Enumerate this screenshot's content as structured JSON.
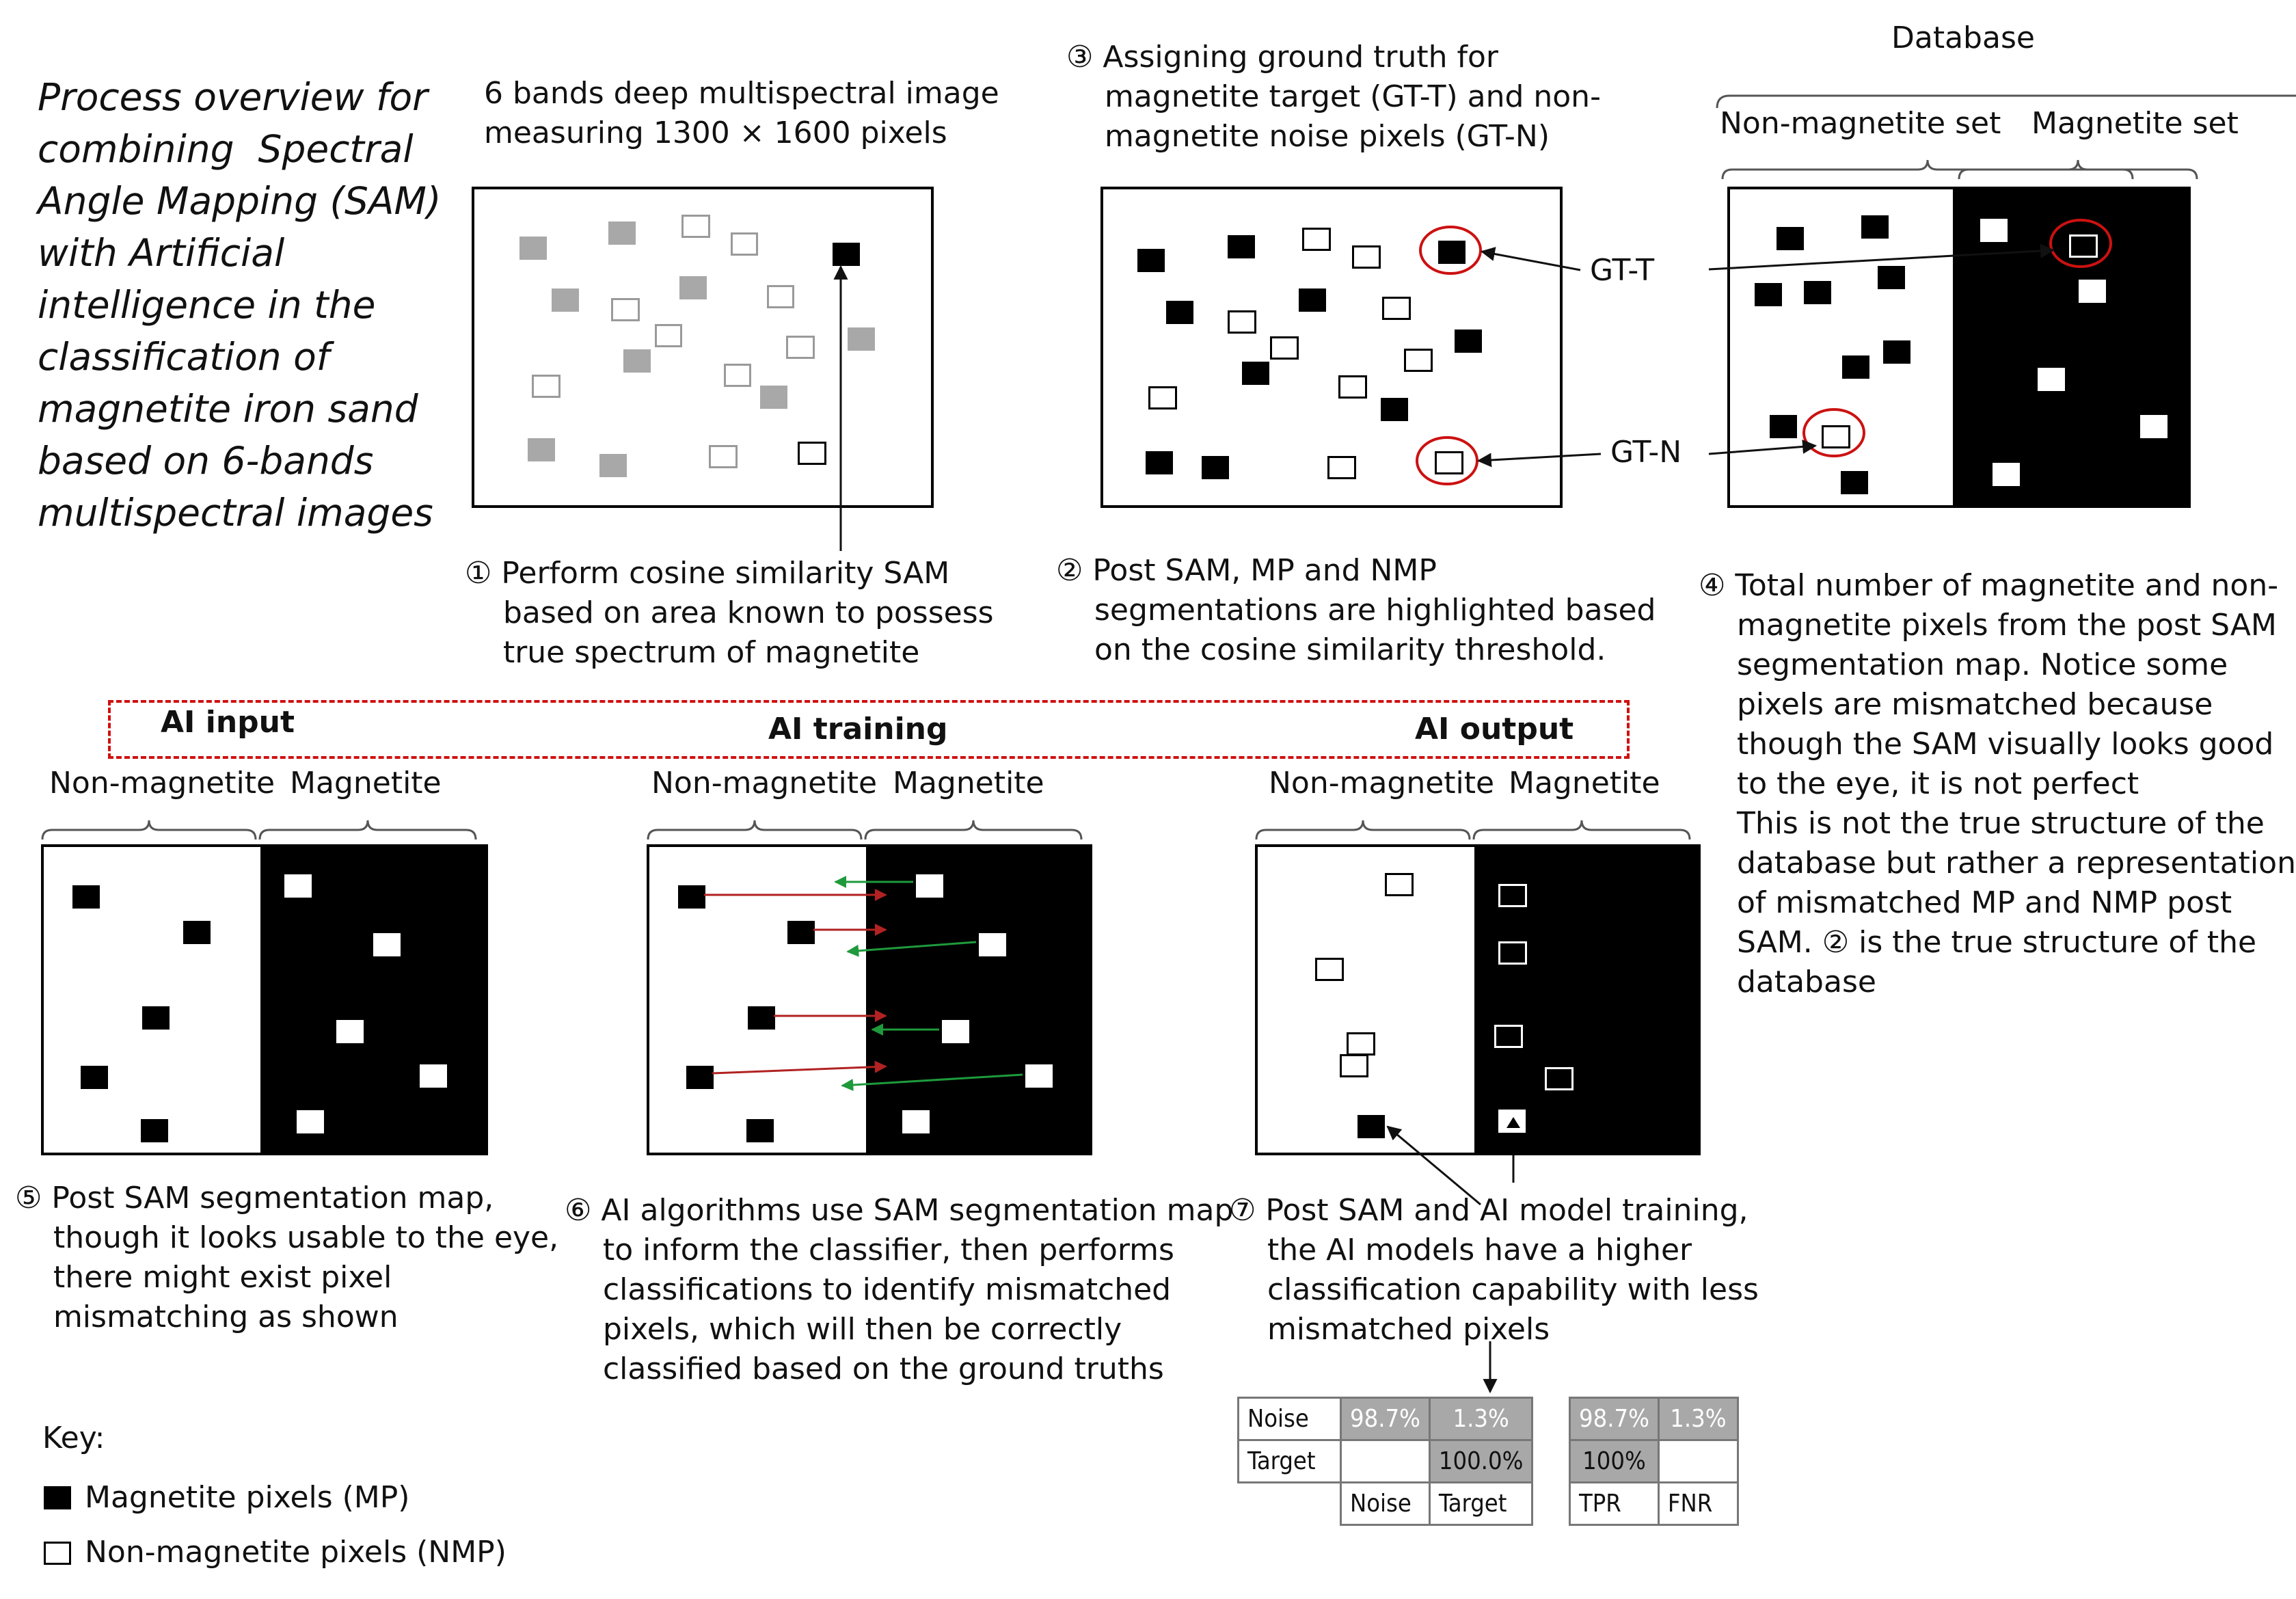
{
  "title": {
    "lines": [
      "Process overview for",
      "combining  Spectral",
      "Angle Mapping (SAM)",
      "with Artificial",
      "intelligence in the",
      "classification of",
      "magnetite iron sand",
      "based on 6-bands",
      "multispectral images"
    ]
  },
  "panel1": {
    "label": "6 bands deep multispectral image\nmeasuring 1300 × 1600 pixels",
    "caption": "① Perform cosine similarity SAM\n    based on area known to possess\n    true spectrum of magnetite"
  },
  "panel3": {
    "label": "③ Assigning ground truth for\n    magnetite target (GT-T) and non-\n    magnetite noise pixels (GT-N)",
    "caption": "② Post SAM, MP and NMP\n    segmentations are highlighted based\n    on the cosine similarity threshold.",
    "gt_t": "GT-T",
    "gt_n": "GT-N"
  },
  "database": {
    "title": "Database",
    "non_magnetite_set": "Non-magnetite set",
    "magnetite_set": "Magnetite set",
    "caption": "④ Total number of magnetite and non-\n    magnetite pixels from the post SAM\n    segmentation map. Notice some\n    pixels are mismatched because\n    though the SAM visually looks good\n    to the eye, it is not perfect\n    This is not the true structure of the\n    database but rather a representation\n    of mismatched MP and NMP post\n    SAM. ② is the true structure of the\n    database"
  },
  "ai_band": {
    "input": "AI input",
    "training": "AI training",
    "output": "AI output"
  },
  "panel5": {
    "non_magnetite": "Non-magnetite",
    "magnetite": "Magnetite",
    "caption": "⑤ Post SAM segmentation map,\n    though it looks usable to the eye,\n    there might exist pixel\n    mismatching as shown"
  },
  "panel6": {
    "non_magnetite": "Non-magnetite",
    "magnetite": "Magnetite",
    "caption": "⑥ AI algorithms use SAM segmentation map\n    to inform the classifier, then performs\n    classifications to identify mismatched\n    pixels, which will then be correctly\n    classified based on the ground truths"
  },
  "panel7": {
    "non_magnetite": "Non-magnetite",
    "magnetite": "Magnetite",
    "caption": "⑦ Post SAM and AI model training,\n    the AI models have a higher\n    classification capability with less\n    mismatched pixels"
  },
  "confusion_matrix": {
    "row_noise": "Noise",
    "row_target": "Target",
    "col_noise": "Noise",
    "col_target": "Target",
    "noise_noise": "98.7%",
    "noise_target": "1.3%",
    "target_target": "100.0%"
  },
  "rates_table": {
    "row1_a": "98.7%",
    "row1_b": "1.3%",
    "row2_a": "100%",
    "col_tpr": "TPR",
    "col_fnr": "FNR"
  },
  "key": {
    "title": "Key:",
    "mp": "Magnetite pixels (MP)",
    "nmp": "Non-magnetite pixels (NMP)"
  },
  "colors": {
    "highlight_circle": "#cc1111",
    "dash_border": "#d01010",
    "arrow_red": "#b22222",
    "arrow_green": "#1e9a3c",
    "gray_pixel": "#a8a8a8"
  }
}
